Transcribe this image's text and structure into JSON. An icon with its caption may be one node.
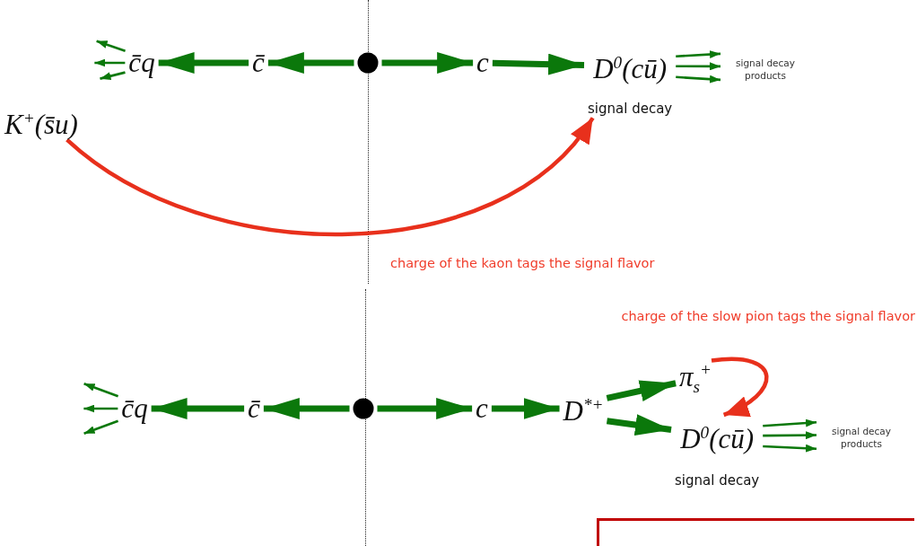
{
  "diagram": {
    "nodes": [
      {
        "text": [
          "c̄q"
        ]
      },
      {
        "text": [
          "c̄"
        ]
      },
      {
        "text": [],
        "shape": "circle"
      },
      {
        "text": [
          "c"
        ]
      },
      {
        "text": [
          "D$^{0}$(cū)"
        ],
        "beside": [
          "signal decay"
        ]
      },
      {
        "text": [
          "signal decay products"
        ]
      },
      {
        "text": [
          "K$^{+}$(s̄u)"
        ]
      },
      {
        "text": [
          "c̄q"
        ]
      },
      {
        "text": [
          "c̄"
        ]
      },
      {
        "text": [],
        "shape": "circle"
      },
      {
        "text": [
          "c"
        ]
      },
      {
        "text": [
          "D$^{*+}$"
        ]
      },
      {
        "text": [
          "π$_{s}$$^{+}$"
        ]
      },
      {
        "text": [
          "D$^{0}$(cū)"
        ],
        "beside": [
          "signal decay"
        ]
      },
      {
        "text": [
          "signal decay products"
        ]
      }
    ],
    "edges": [
      {
        "from": 2,
        "to": 1,
        "arrow": "to",
        "style": "thick"
      },
      {
        "from": 1,
        "to": 0,
        "arrow": "to",
        "style": "thick"
      },
      {
        "from": 2,
        "to": 3,
        "arrow": "to",
        "style": "thick"
      },
      {
        "from": 3,
        "to": 4,
        "arrow": "to",
        "style": "thick"
      },
      {
        "from": 0,
        "to": null,
        "arrow": "to"
      },
      {
        "from": 0,
        "to": null,
        "arrow": "to"
      },
      {
        "from": 0,
        "to": null,
        "arrow": "to"
      },
      {
        "from": 4,
        "to": 5,
        "arrow": "to"
      },
      {
        "from": 4,
        "to": 5,
        "arrow": "to"
      },
      {
        "from": 4,
        "to": 5,
        "arrow": "to"
      },
      {
        "from": 6,
        "to": 4,
        "arrow": "to",
        "color": "#e8301c"
      },
      {
        "from": 9,
        "to": 8,
        "arrow": "to",
        "style": "thick"
      },
      {
        "from": 8,
        "to": 7,
        "arrow": "to",
        "style": "thick"
      },
      {
        "from": 9,
        "to": 10,
        "arrow": "to",
        "style": "thick"
      },
      {
        "from": 10,
        "to": 11,
        "arrow": "to",
        "style": "thick"
      },
      {
        "from": 11,
        "to": 12,
        "arrow": "to",
        "style": "thick"
      },
      {
        "from": 11,
        "to": 13,
        "arrow": "to",
        "style": "thick"
      },
      {
        "from": 7,
        "to": null,
        "arrow": "to"
      },
      {
        "from": 7,
        "to": null,
        "arrow": "to"
      },
      {
        "from": 7,
        "to": null,
        "arrow": "to"
      },
      {
        "from": 13,
        "to": 14,
        "arrow": "to"
      },
      {
        "from": 13,
        "to": 14,
        "arrow": "to"
      },
      {
        "from": 13,
        "to": 14,
        "arrow": "to"
      },
      {
        "from": 12,
        "to": 13,
        "arrow": "to",
        "color": "#e8301c"
      }
    ],
    "labels": [
      "charge of the kaon tags the signal flavor",
      "charge of the slow pion tags the signal flavor"
    ]
  }
}
